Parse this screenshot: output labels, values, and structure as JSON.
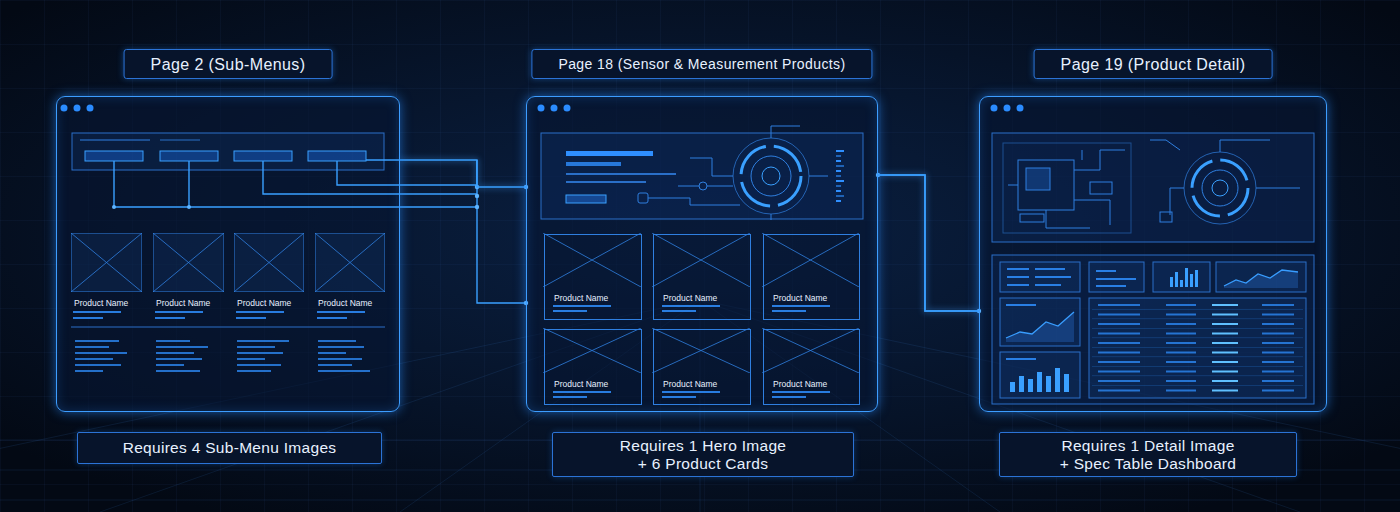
{
  "diagram": {
    "nodes": [
      {
        "text": [
          "Page 2 (Sub-Menus)",
          "Requires 4 Sub-Menu Images"
        ]
      },
      {
        "text": [
          "Product Name"
        ],
        "in": 0
      },
      {
        "text": [
          "Product Name"
        ],
        "in": 0
      },
      {
        "text": [
          "Product Name"
        ],
        "in": 0
      },
      {
        "text": [
          "Product Name"
        ],
        "in": 0
      },
      {
        "text": [
          "Page 18 (Sensor & Measurement Products)",
          "Requires 1 Hero Image + 6 Product Cards"
        ]
      },
      {
        "text": [
          "Product Name"
        ],
        "in": 5
      },
      {
        "text": [
          "Product Name"
        ],
        "in": 5
      },
      {
        "text": [
          "Product Name"
        ],
        "in": 5
      },
      {
        "text": [
          "Product Name"
        ],
        "in": 5
      },
      {
        "text": [
          "Product Name"
        ],
        "in": 5
      },
      {
        "text": [
          "Product Name"
        ],
        "in": 5
      },
      {
        "text": [
          "Page 19 (Product Detail)",
          "Requires 1 Detail Image + Spec Table Dashboard"
        ]
      }
    ],
    "edges": [
      {
        "from": 0,
        "to": 5,
        "arrow": "none"
      },
      {
        "from": 5,
        "to": 12,
        "arrow": "none"
      }
    ]
  }
}
